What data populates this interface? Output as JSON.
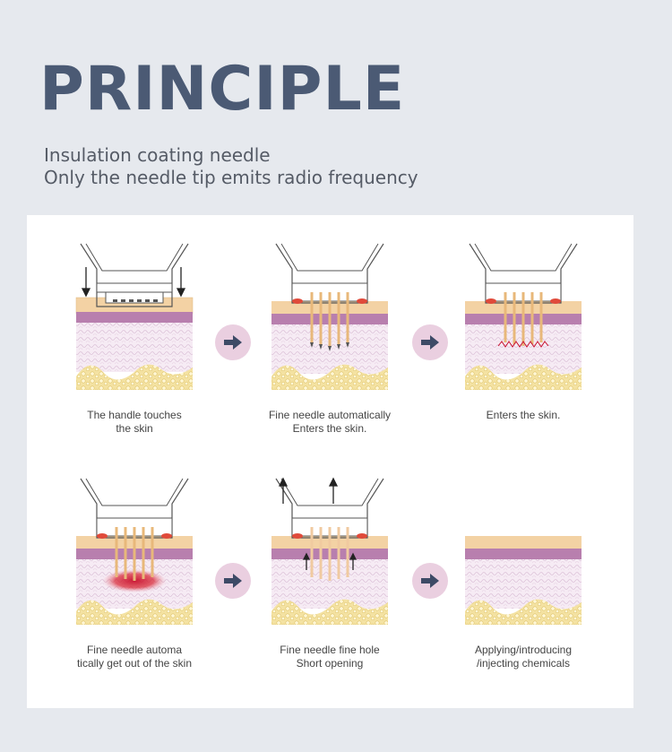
{
  "title": "PRINCIPLE",
  "subtitle": {
    "line1": "Insulation coating needle",
    "line2": "Only the needle tip emits radio frequency"
  },
  "steps": [
    {
      "line1": "The handle touches",
      "line2": "the skin"
    },
    {
      "line1": "Fine needle automatically",
      "line2": "Enters the skin."
    },
    {
      "line1": "Enters the skin.",
      "line2": ""
    },
    {
      "line1": "Fine needle automa",
      "line2": "tically get out of the skin"
    },
    {
      "line1": "Fine needle fine hole",
      "line2": "Short opening"
    },
    {
      "line1": "Applying/introducing",
      "line2": "/injecting chemicals"
    }
  ],
  "icons": {
    "step_arrow": "right-arrow-icon",
    "press_arrow": "down-arrow-icon",
    "retract_arrow": "up-arrow-icon"
  },
  "colors": {
    "background": "#e6e9ee",
    "title": "#4b5a74",
    "skin_top": "#f3d2a4",
    "dermis_band": "#b87fae",
    "dermis": "#f4e6f1",
    "fat": "#f1db8e",
    "needle": "#e8b87a",
    "heat": "#c8102e",
    "arrow_circle": "#eacfe0",
    "arrow": "#3d4a66"
  }
}
